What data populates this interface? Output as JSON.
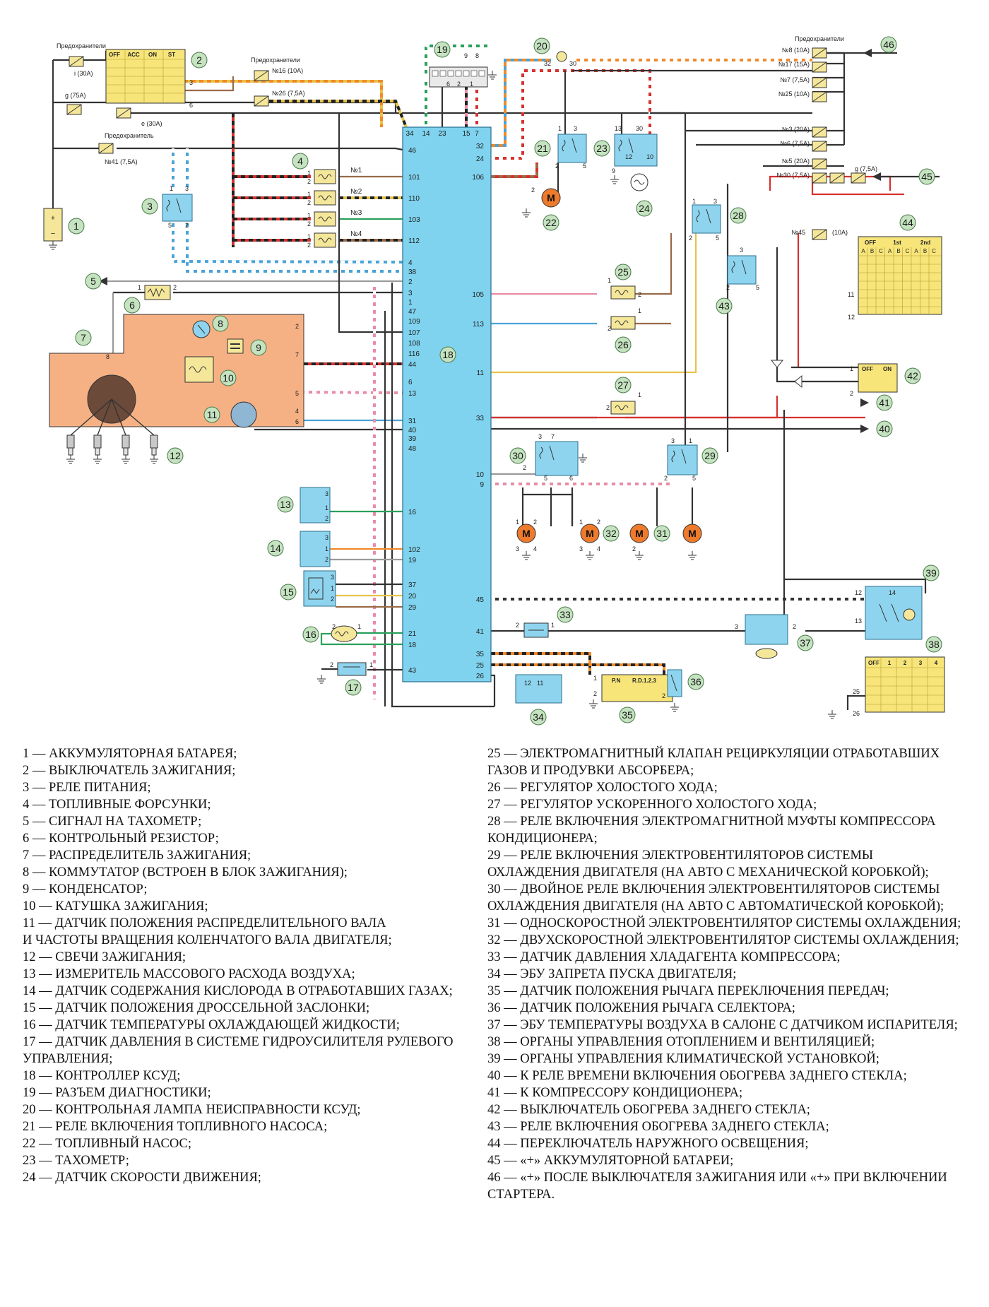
{
  "diagram": {
    "labels": {
      "fuses_top": "Предохранители",
      "fuses_right": "Предохранители",
      "fuse_single": "Предохранитель",
      "fuse_i": "i (30A)",
      "fuse_g": "g (75A)",
      "fuse_e": "e (30A)",
      "fuse_16": "№16 (10A)",
      "fuse_26": "№26 (7,5A)",
      "fuse_41": "№41 (7,5A)",
      "fuse_8": "№8 (10A)",
      "fuse_17": "№17 (15A)",
      "fuse_7": "№7 (7,5A)",
      "fuse_25": "№25 (10A)",
      "fuse_3": "№3 (20A)",
      "fuse_6": "№6 (7,5A)",
      "fuse_5": "№5 (20A)",
      "fuse_30": "№30 (7,5A)",
      "fuse_g2": "g (7,5A)",
      "fuse_45": "№45",
      "fuse_45b": "(10A)",
      "inj1": "№1",
      "inj2": "№2",
      "inj3": "№3",
      "inj4": "№4",
      "sw2_header": [
        "OFF",
        "ACC",
        "ON",
        "ST"
      ],
      "sw42_header": [
        "OFF",
        "ON"
      ],
      "sw44_header": [
        "OFF",
        "1st",
        "2nd"
      ],
      "sw44_sub": [
        "A",
        "B",
        "C",
        "A",
        "B",
        "C",
        "A",
        "B",
        "C"
      ],
      "sw38_header": [
        "OFF",
        "1",
        "2",
        "3",
        "4"
      ],
      "sw35_header": [
        "P.N",
        "R.D.1.2.3"
      ]
    },
    "ecu_left_pins": [
      "34",
      "14",
      "23",
      "46",
      "101",
      "110",
      "103",
      "112",
      "4",
      "38",
      "2",
      "3",
      "1",
      "47",
      "109",
      "107",
      "108",
      "116",
      "44",
      "6",
      "13",
      "31",
      "40",
      "39",
      "48",
      "16",
      "102",
      "19",
      "37",
      "20",
      "29",
      "21",
      "18",
      "43"
    ],
    "ecu_right_pins": [
      "15",
      "7",
      "32",
      "24",
      "106",
      "105",
      "113",
      "11",
      "33",
      "10",
      "9",
      "45",
      "41",
      "35",
      "25",
      "26"
    ],
    "component_numbers": [
      "1",
      "2",
      "3",
      "4",
      "5",
      "6",
      "7",
      "8",
      "9",
      "10",
      "11",
      "12",
      "13",
      "14",
      "15",
      "16",
      "17",
      "18",
      "19",
      "20",
      "21",
      "22",
      "23",
      "24",
      "25",
      "26",
      "27",
      "28",
      "29",
      "30",
      "31",
      "32",
      "33",
      "34",
      "35",
      "36",
      "37",
      "38",
      "39",
      "40",
      "41",
      "42",
      "43",
      "44",
      "45",
      "46"
    ],
    "colors": {
      "ecu": "#7fd3ee",
      "relay": "#8fd4ee",
      "distributor": "#f5b184",
      "fuse": "#f5e79a",
      "motor": "#ee7a2c",
      "badge": "#c5e3c0",
      "switch": "#f7e57a",
      "wire_red": "#d6312d",
      "wire_green": "#2aa05b",
      "wire_blue": "#4aa3d8",
      "wire_brown": "#9a6a48",
      "wire_orange": "#f08a2a",
      "wire_yellow": "#e8c34a",
      "wire_pink": "#e98ca6",
      "wire_gray": "#9b9b9b"
    }
  },
  "legend": {
    "left": [
      "1 — АККУМУЛЯТОРНАЯ БАТАРЕЯ;",
      "2 — ВЫКЛЮЧАТЕЛЬ ЗАЖИГАНИЯ;",
      "3 — РЕЛЕ ПИТАНИЯ;",
      "4 — ТОПЛИВНЫЕ ФОРСУНКИ;",
      "5 — СИГНАЛ НА ТАХОМЕТР;",
      "6 — КОНТРОЛЬНЫЙ РЕЗИСТОР;",
      "7 — РАСПРЕДЕЛИТЕЛЬ ЗАЖИГАНИЯ;",
      "8 — КОММУТАТОР (ВСТРОЕН В БЛОК ЗАЖИГАНИЯ);",
      "9 — КОНДЕНСАТОР;",
      "10 — КАТУШКА ЗАЖИГАНИЯ;",
      "11 — ДАТЧИК ПОЛОЖЕНИЯ РАСПРЕДЕЛИТЕЛЬНОГО ВАЛА",
      "И ЧАСТОТЫ ВРАЩЕНИЯ КОЛЕНЧАТОГО ВАЛА ДВИГАТЕЛЯ;",
      "12 — СВЕЧИ ЗАЖИГАНИЯ;",
      "13 — ИЗМЕРИТЕЛЬ МАССОВОГО РАСХОДА ВОЗДУХА;",
      "14 — ДАТЧИК СОДЕРЖАНИЯ КИСЛОРОДА В ОТРАБОТАВШИХ ГАЗАХ;",
      "15 — ДАТЧИК ПОЛОЖЕНИЯ ДРОССЕЛЬНОЙ ЗАСЛОНКИ;",
      "16 — ДАТЧИК ТЕМПЕРАТУРЫ ОХЛАЖДАЮЩЕЙ ЖИДКОСТИ;",
      "17 — ДАТЧИК ДАВЛЕНИЯ В СИСТЕМЕ ГИДРОУСИЛИТЕЛЯ РУЛЕВОГО",
      "УПРАВЛЕНИЯ;",
      "18 — КОНТРОЛЛЕР КСУД;",
      "19 — РАЗЪЕМ ДИАГНОСТИКИ;",
      "20 — КОНТРОЛЬНАЯ ЛАМПА НЕИСПРАВНОСТИ КСУД;",
      "21 — РЕЛЕ ВКЛЮЧЕНИЯ ТОПЛИВНОГО НАСОСА;",
      "22 — ТОПЛИВНЫЙ НАСОС;",
      "23 — ТАХОМЕТР;",
      "24 — ДАТЧИК СКОРОСТИ ДВИЖЕНИЯ;"
    ],
    "right": [
      "25 — ЭЛЕКТРОМАГНИТНЫЙ КЛАПАН РЕЦИРКУЛЯЦИИ ОТРАБОТАВШИХ",
      "ГАЗОВ И ПРОДУВКИ АБСОРБЕРА;",
      "26 — РЕГУЛЯТОР ХОЛОСТОГО ХОДА;",
      "27 — РЕГУЛЯТОР УСКОРЕННОГО ХОЛОСТОГО ХОДА;",
      "28 — РЕЛЕ ВКЛЮЧЕНИЯ ЭЛЕКТРОМАГНИТНОЙ МУФТЫ КОМПРЕССОРА",
      "КОНДИЦИОНЕРА;",
      "29 — РЕЛЕ ВКЛЮЧЕНИЯ ЭЛЕКТРОВЕНТИЛЯТОРОВ СИСТЕМЫ",
      "ОХЛАЖДЕНИЯ ДВИГАТЕЛЯ (НА АВТО С МЕХАНИЧЕСКОЙ КОРОБКОЙ);",
      "30 — ДВОЙНОЕ РЕЛЕ ВКЛЮЧЕНИЯ ЭЛЕКТРОВЕНТИЛЯТОРОВ СИСТЕМЫ",
      "ОХЛАЖДЕНИЯ ДВИГАТЕЛЯ (НА АВТО С АВТОМАТИЧЕСКОЙ КОРОБКОЙ);",
      "31 — ОДНОСКОРОСТНОЙ ЭЛЕКТРОВЕНТИЛЯТОР СИСТЕМЫ ОХЛАЖДЕНИЯ;",
      "32 — ДВУХСКОРОСТНОЙ ЭЛЕКТРОВЕНТИЛЯТОР СИСТЕМЫ ОХЛАЖДЕНИЯ;",
      "33 — ДАТЧИК ДАВЛЕНИЯ ХЛАДАГЕНТА КОМПРЕССОРА;",
      "34 — ЭБУ ЗАПРЕТА ПУСКА ДВИГАТЕЛЯ;",
      "35 — ДАТЧИК ПОЛОЖЕНИЯ РЫЧАГА ПЕРЕКЛЮЧЕНИЯ ПЕРЕДАЧ;",
      "36 — ДАТЧИК ПОЛОЖЕНИЯ РЫЧАГА СЕЛЕКТОРА;",
      "37 — ЭБУ ТЕМПЕРАТУРЫ ВОЗДУХА В САЛОНЕ С ДАТЧИКОМ ИСПАРИТЕЛЯ;",
      "38 — ОРГАНЫ УПРАВЛЕНИЯ ОТОПЛЕНИЕМ И ВЕНТИЛЯЦИЕЙ;",
      "39 — ОРГАНЫ УПРАВЛЕНИЯ КЛИМАТИЧЕСКОЙ УСТАНОВКОЙ;",
      "40 — К РЕЛЕ ВРЕМЕНИ ВКЛЮЧЕНИЯ ОБОГРЕВА ЗАДНЕГО СТЕКЛА;",
      "41 — К КОМПРЕССОРУ КОНДИЦИОНЕРА;",
      "42 — ВЫКЛЮЧАТЕЛЬ ОБОГРЕВА ЗАДНЕГО СТЕКЛА;",
      "43 — РЕЛЕ ВКЛЮЧЕНИЯ ОБОГРЕВА ЗАДНЕГО СТЕКЛА;",
      "44 — ПЕРЕКЛЮЧАТЕЛЬ НАРУЖНОГО ОСВЕЩЕНИЯ;",
      "45 — «+» АККУМУЛЯТОРНОЙ БАТАРЕИ;",
      "46 — «+» ПОСЛЕ ВЫКЛЮЧАТЕЛЯ ЗАЖИГАНИЯ ИЛИ «+» ПРИ ВКЛЮЧЕНИИ",
      "СТАРТЕРА."
    ]
  }
}
